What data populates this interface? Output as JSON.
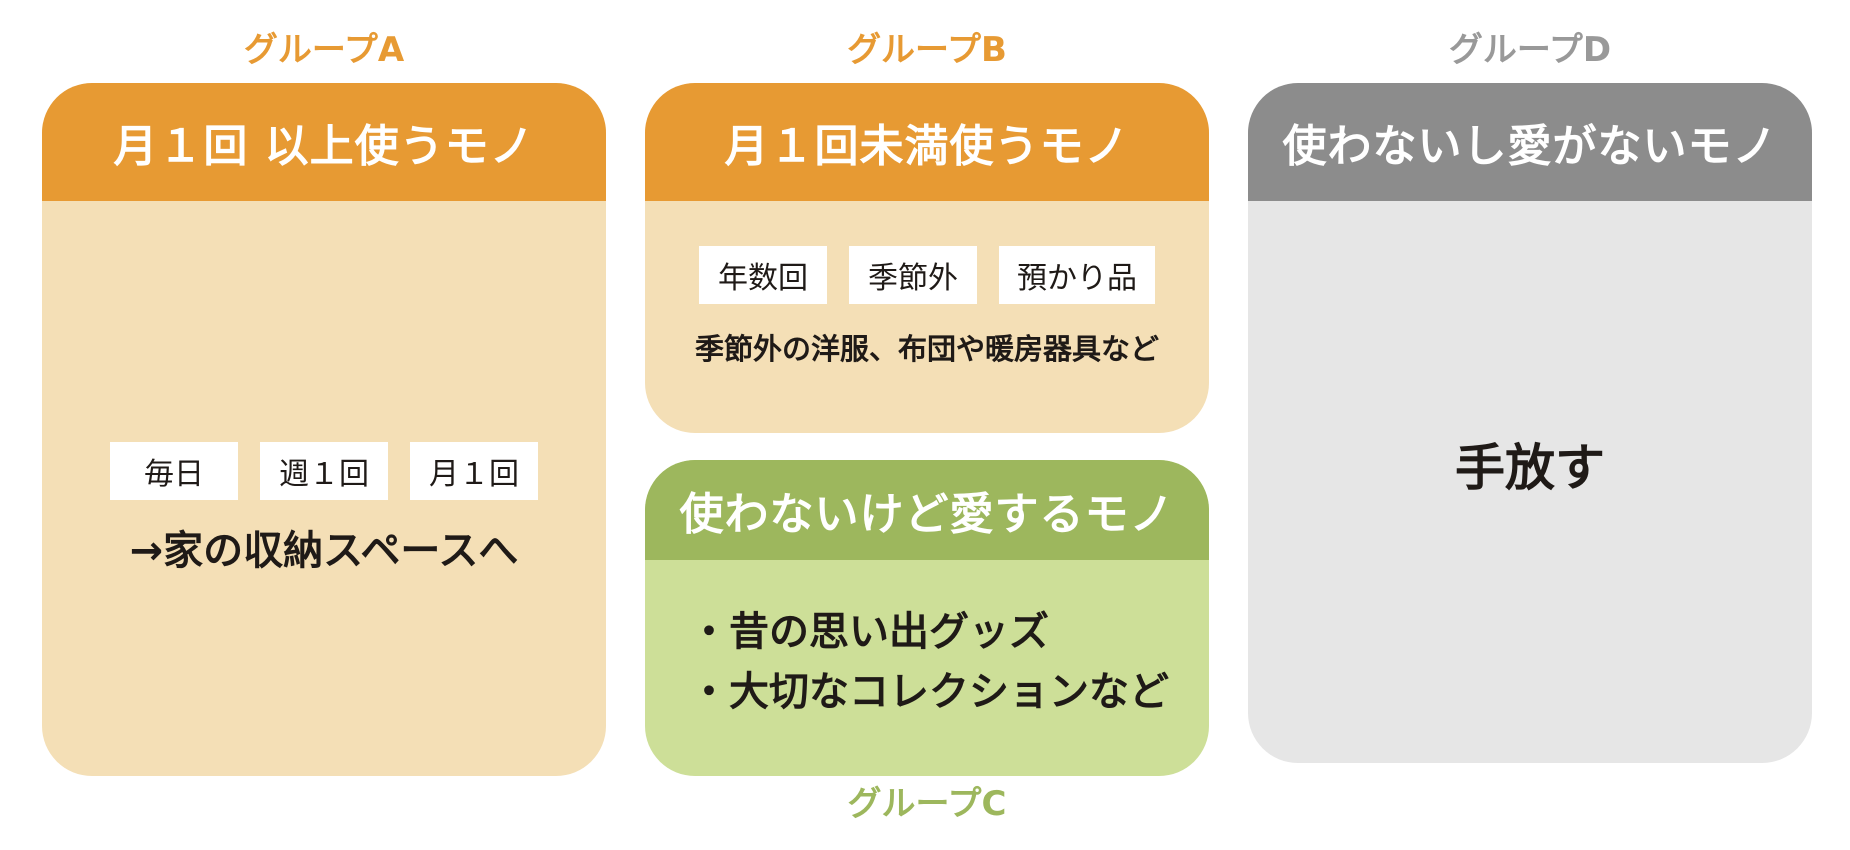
{
  "group_a": {
    "label": "グループA",
    "title": "月１回 以上使うモノ",
    "tags": [
      "毎日",
      "週１回",
      "月１回"
    ],
    "destination": "→家の収納スペースへ"
  },
  "group_b": {
    "label": "グループB",
    "title": "月１回未満使うモノ",
    "tags": [
      "年数回",
      "季節外",
      "預かり品"
    ],
    "example": "季節外の洋服、布団や暖房器具など"
  },
  "group_c": {
    "label": "グループC",
    "title": "使わないけど愛するモノ",
    "bullets": [
      "・昔の思い出グッズ",
      "・大切なコレクションなど"
    ]
  },
  "group_d": {
    "label": "グループD",
    "title": "使わないし愛がないモノ",
    "action": "手放す"
  },
  "colors": {
    "orange": "#e79a33",
    "orange_light": "#f4dfb6",
    "green": "#9db75d",
    "green_light": "#cddf98",
    "gray": "#8c8c8c",
    "gray_light": "#e6e6e6",
    "label_gray": "#999999"
  }
}
